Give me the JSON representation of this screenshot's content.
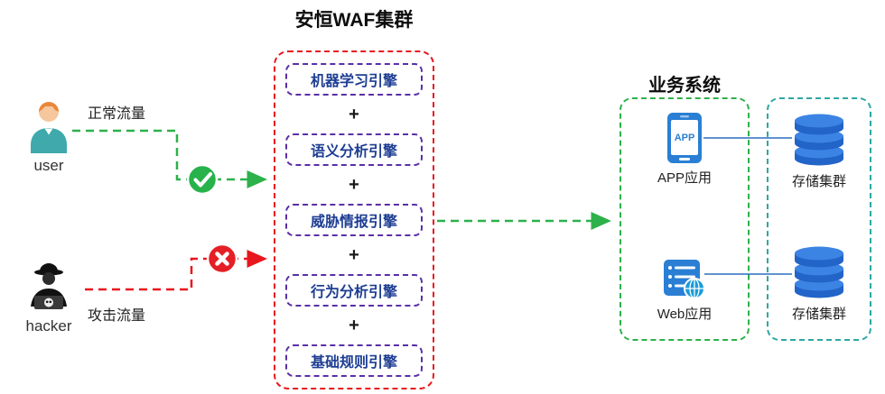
{
  "diagram": {
    "waf": {
      "title": "安恒WAF集群",
      "plus": "+",
      "engines": [
        {
          "label": "机器学习引擎"
        },
        {
          "label": "语义分析引擎"
        },
        {
          "label": "威胁情报引擎"
        },
        {
          "label": "行为分析引擎"
        },
        {
          "label": "基础规则引擎"
        }
      ]
    },
    "actors": {
      "user": {
        "name": "user",
        "traffic_label": "正常流量"
      },
      "hacker": {
        "name": "hacker",
        "traffic_label": "攻击流量"
      }
    },
    "business": {
      "title": "业务系统",
      "app_icon_text": "APP",
      "nodes": [
        {
          "label": "APP应用",
          "icon": "smartphone-app-icon"
        },
        {
          "label": "Web应用",
          "icon": "web-server-icon"
        }
      ]
    },
    "storage": {
      "nodes": [
        {
          "label": "存储集群",
          "icon": "database-icon"
        },
        {
          "label": "存储集群",
          "icon": "database-icon"
        }
      ]
    },
    "colors": {
      "waf_border": "#e8161d",
      "engine_border": "#5a2ea6",
      "engine_text": "#1e3e93",
      "normal_flow_green": "#2db14a",
      "attack_flow_red": "#e8161d",
      "business_border": "#2db14a",
      "storage_border": "#2ba8a4",
      "node_blue": "#2a7fd4",
      "database_blue": "#2264c8"
    }
  }
}
